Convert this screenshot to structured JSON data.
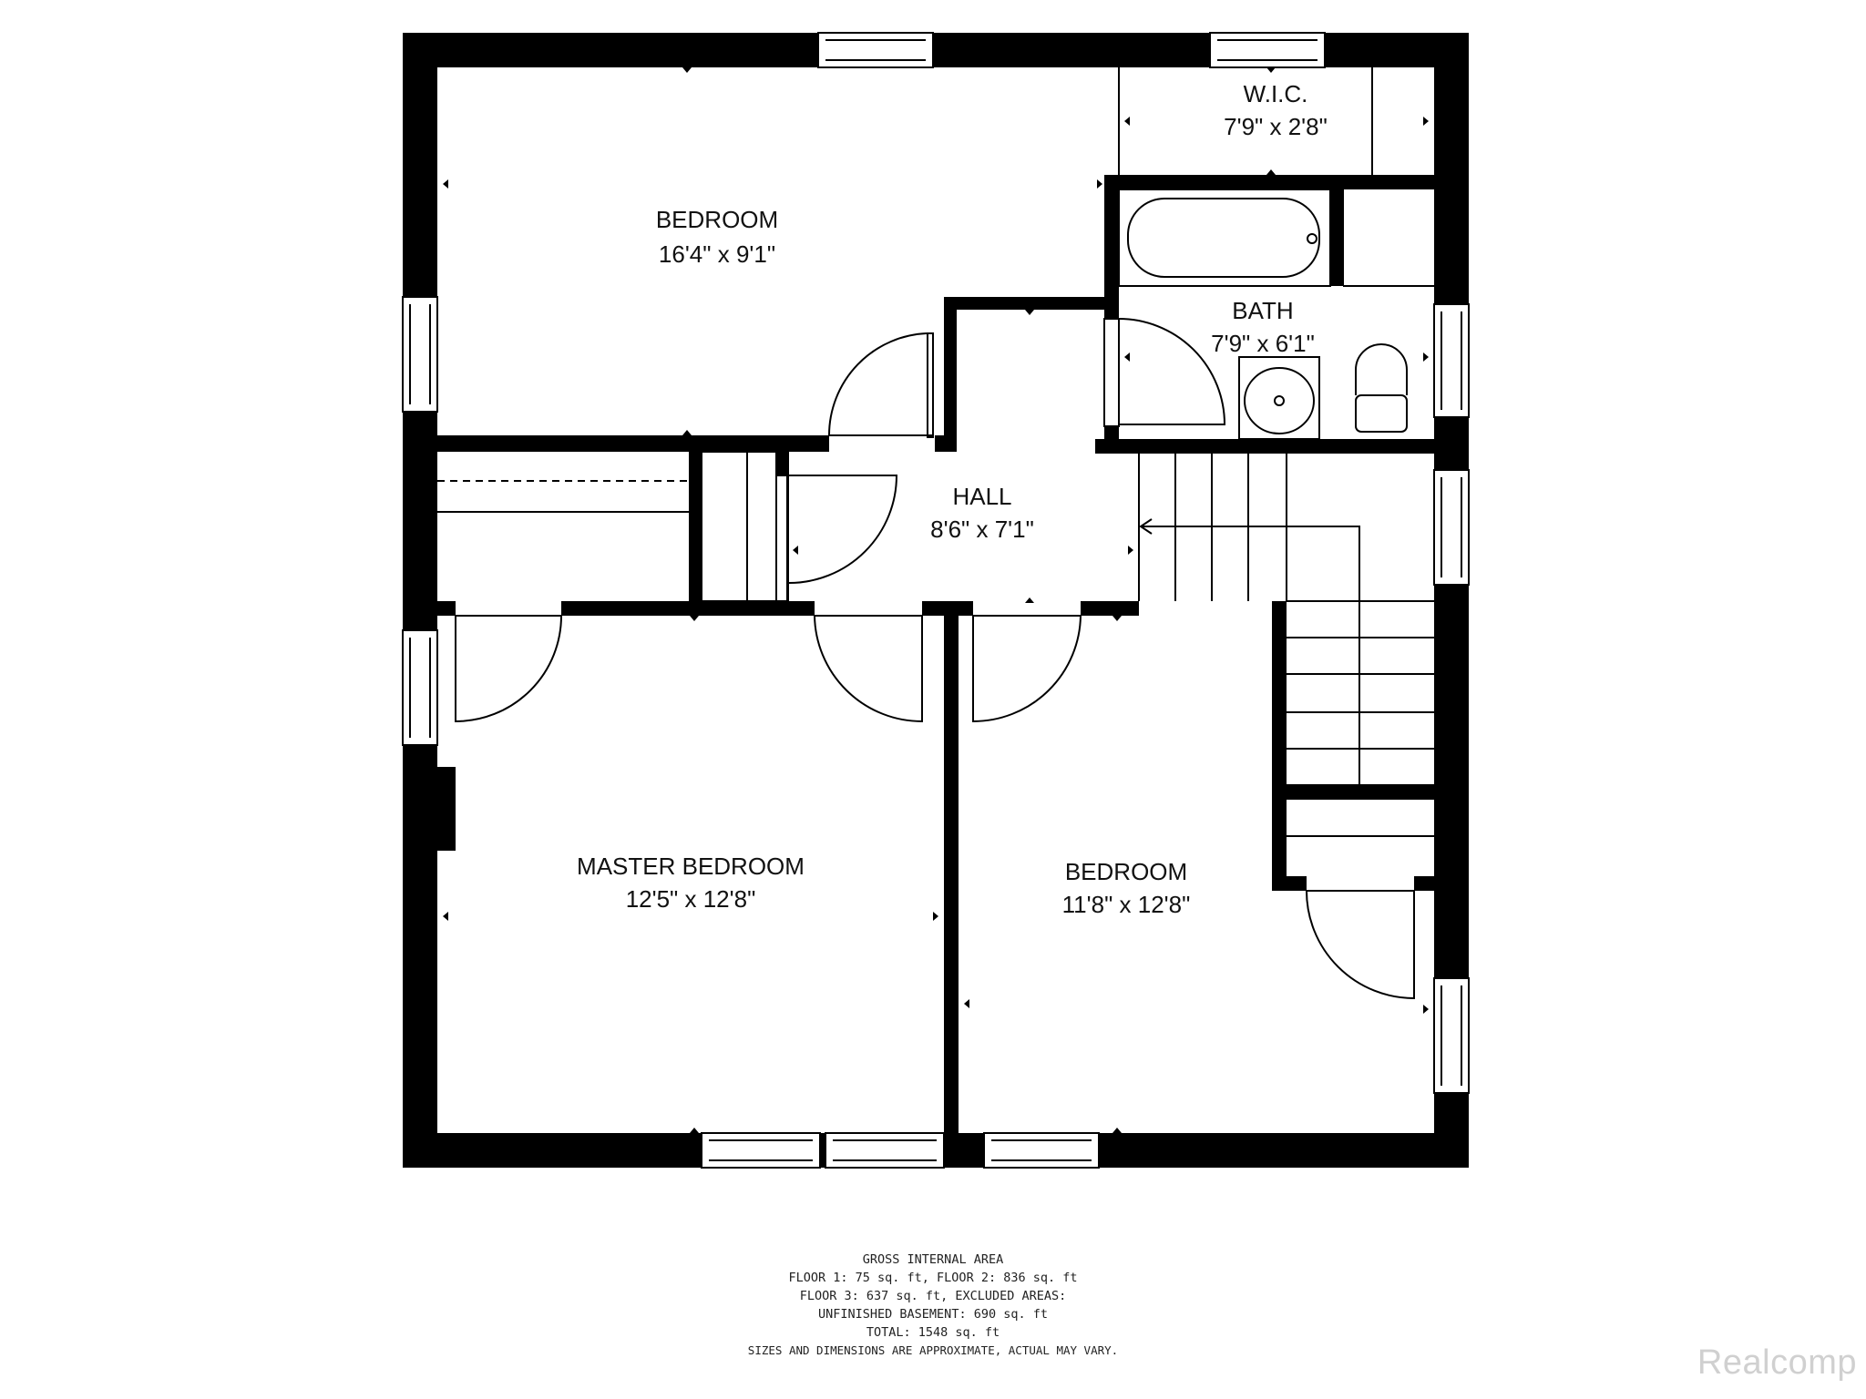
{
  "rooms": {
    "bedroom_top": {
      "name": "BEDROOM",
      "size": "16'4\" x 9'1\""
    },
    "wic": {
      "name": "W.I.C.",
      "size": "7'9\" x 2'8\""
    },
    "bath": {
      "name": "BATH",
      "size": "7'9\" x 6'1\""
    },
    "hall": {
      "name": "HALL",
      "size": "8'6\" x 7'1\""
    },
    "master": {
      "name": "MASTER BEDROOM",
      "size": "12'5\" x 12'8\""
    },
    "bedroom_bottom": {
      "name": "BEDROOM",
      "size": "11'8\" x 12'8\""
    }
  },
  "area_notes": {
    "line1": "GROSS INTERNAL AREA",
    "line2": "FLOOR 1: 75 sq. ft, FLOOR 2: 836 sq. ft",
    "line3": "FLOOR 3: 637 sq. ft, EXCLUDED AREAS:",
    "line4": "UNFINISHED BASEMENT: 690 sq. ft",
    "line5": "TOTAL: 1548 sq. ft",
    "line6": "SIZES AND DIMENSIONS ARE APPROXIMATE, ACTUAL MAY VARY."
  },
  "watermark": "Realcomp",
  "colors": {
    "wall": "#000000",
    "background": "#ffffff",
    "watermark": "#d0d0d0"
  }
}
